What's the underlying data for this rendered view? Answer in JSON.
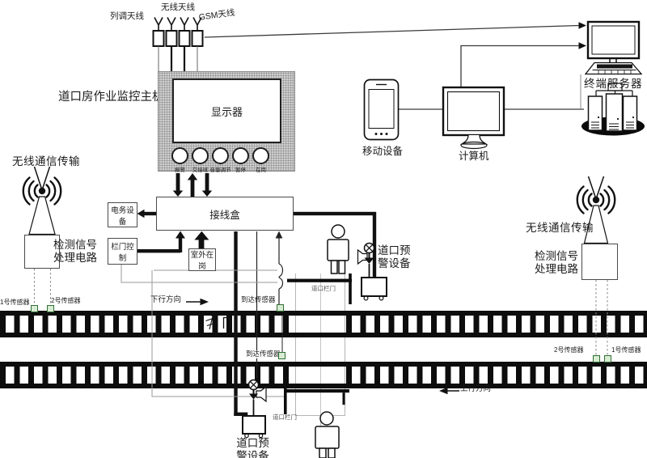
{
  "antenna_array": {
    "train_dispatch": "列调天线",
    "wireless": "无线天线",
    "gsm": "GSM天线"
  },
  "host": {
    "title": "道口房作业监控主机",
    "display": "显示器",
    "buttons": [
      {
        "label": "报警"
      },
      {
        "label": "交接班"
      },
      {
        "label": "音量调节"
      },
      {
        "label": "暂停"
      },
      {
        "label": "在岗"
      }
    ]
  },
  "junction_box": {
    "label": "接线盒"
  },
  "modules": {
    "telecom_equipment": "电务设备",
    "gate_control": "栏门控制",
    "outdoor_on_duty": "室外在岗"
  },
  "stations": {
    "left": {
      "wireless": "无线通信传输",
      "processor": "检测信号处理电路",
      "sensor_outer": "1号传感器",
      "sensor_inner": "2号传感器"
    },
    "right": {
      "wireless": "无线通信传输",
      "processor": "检测信号处理电路",
      "sensor_inner": "2号传感器",
      "sensor_outer": "1号传感器"
    }
  },
  "terminals": {
    "mobile": "移动设备",
    "computer": "计算机",
    "server": "终端服务器"
  },
  "crossing": {
    "warning_upper": "道口预警设备",
    "warning_lower": "道口预警设备",
    "gate_upper": "道口栏门",
    "gate_lower": "道口栏门",
    "arrival_upper": "到达传感器",
    "arrival_lower": "到达传感器"
  },
  "directions": {
    "down": "下行方向",
    "up": "上行方向"
  },
  "colors": {
    "sensor_green": "#2f6f33",
    "panel_gray": "#cdcdcd",
    "line_black": "#1a1a1a",
    "frame_gray": "#9a9a9a"
  }
}
